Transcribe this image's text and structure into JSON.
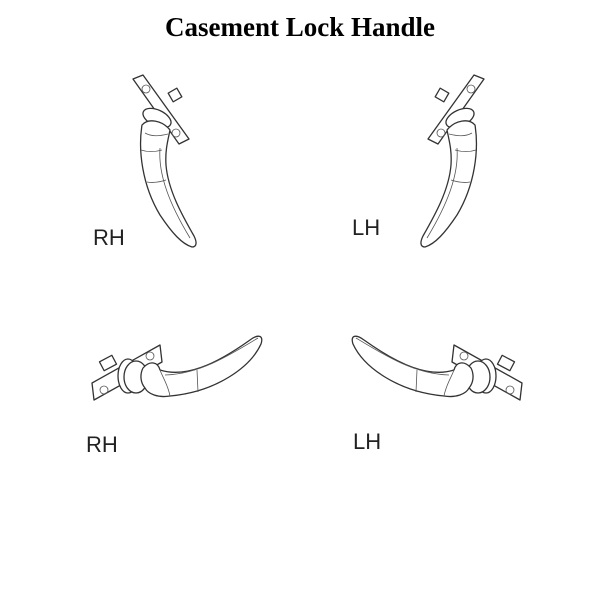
{
  "title": "Casement Lock Handle",
  "diagrams": [
    {
      "orientation": "vertical",
      "label": "RH"
    },
    {
      "orientation": "vertical",
      "label": "LH"
    },
    {
      "orientation": "horizontal",
      "label": "RH"
    },
    {
      "orientation": "horizontal",
      "label": "LH"
    }
  ]
}
